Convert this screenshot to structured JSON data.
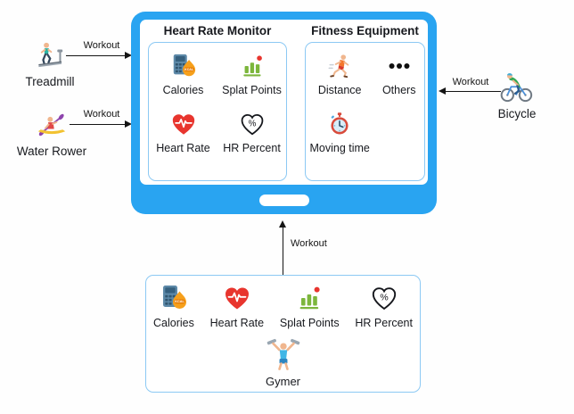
{
  "colors": {
    "tablet_blue": "#29a4f1",
    "panel_border": "#8cc9f4",
    "text": "#17191e",
    "heart_red": "#e8352e",
    "bar_green": "#7cb63c",
    "flame_orange": "#f6a01c"
  },
  "devices": {
    "treadmill": {
      "label": "Treadmill",
      "icon": "treadmill-icon",
      "arrow_label": "Workout"
    },
    "water_rower": {
      "label": "Water Rower",
      "icon": "water-rower-icon",
      "arrow_label": "Workout"
    },
    "bicycle": {
      "label": "Bicycle",
      "icon": "bicycle-icon",
      "arrow_label": "Workout"
    },
    "gymer": {
      "label": "Gymer",
      "icon": "gymer-icon",
      "arrow_label": "Workout"
    }
  },
  "tablet": {
    "panels": [
      {
        "title": "Heart Rate Monitor",
        "items": [
          {
            "label": "Calories",
            "icon": "calories-icon"
          },
          {
            "label": "Splat Points",
            "icon": "splat-points-icon"
          },
          {
            "label": "Heart Rate",
            "icon": "heart-rate-icon"
          },
          {
            "label": "HR Percent",
            "icon": "hr-percent-icon"
          }
        ]
      },
      {
        "title": "Fitness Equipment",
        "items": [
          {
            "label": "Distance",
            "icon": "distance-icon"
          },
          {
            "label": "Others",
            "icon": "others-icon"
          },
          {
            "label": "Moving time",
            "icon": "moving-time-icon"
          }
        ]
      }
    ]
  },
  "gymer_panel": {
    "items": [
      {
        "label": "Calories",
        "icon": "calories-icon"
      },
      {
        "label": "Heart Rate",
        "icon": "heart-rate-icon"
      },
      {
        "label": "Splat Points",
        "icon": "splat-points-icon"
      },
      {
        "label": "HR Percent",
        "icon": "hr-percent-icon"
      }
    ]
  }
}
